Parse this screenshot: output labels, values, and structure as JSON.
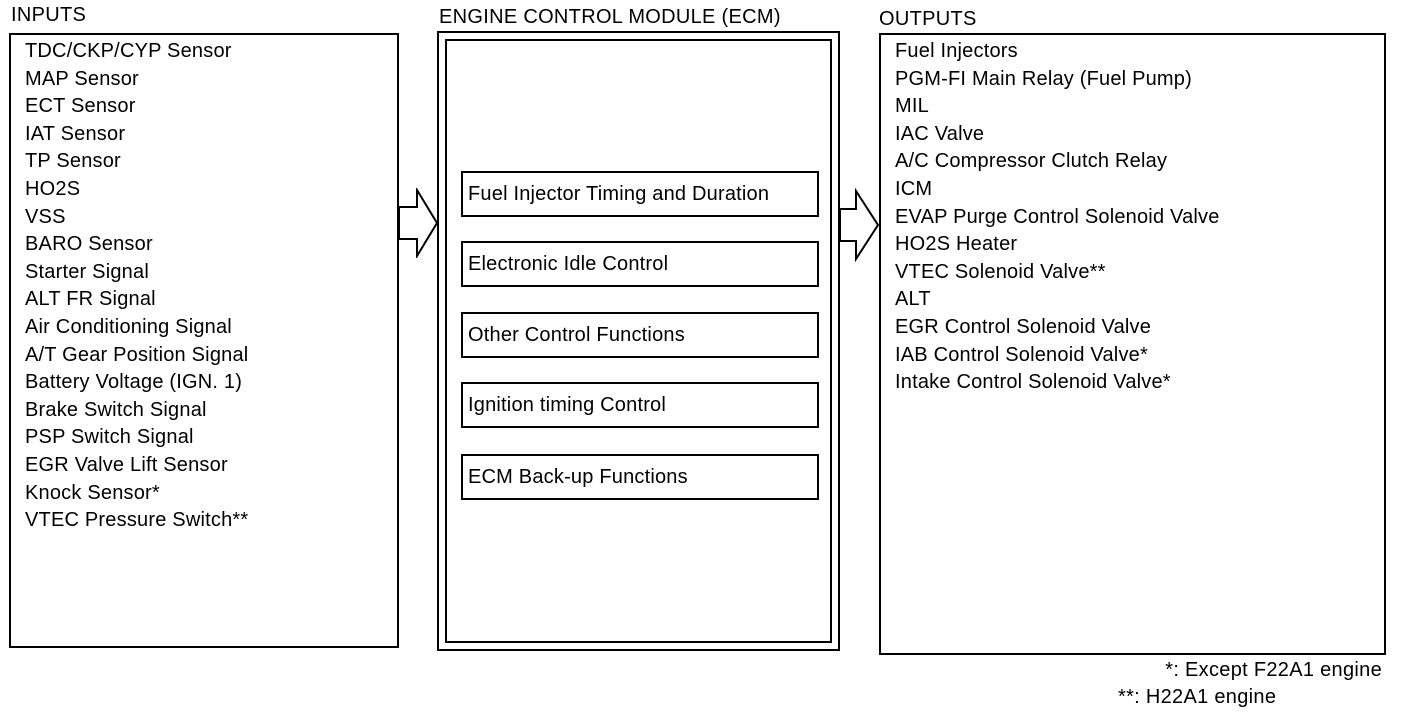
{
  "inputs": {
    "heading": "INPUTS",
    "items": [
      "TDC/CKP/CYP Sensor",
      "MAP Sensor",
      "ECT Sensor",
      "IAT Sensor",
      "TP Sensor",
      "HO2S",
      "VSS",
      "BARO Sensor",
      "Starter Signal",
      "ALT FR Signal",
      "Air Conditioning Signal",
      "A/T Gear Position Signal",
      "Battery Voltage (IGN. 1)",
      "Brake Switch Signal",
      "PSP Switch Signal",
      "EGR Valve Lift Sensor",
      "Knock Sensor*",
      "VTEC Pressure Switch**"
    ]
  },
  "ecm": {
    "heading": "ENGINE CONTROL MODULE (ECM)",
    "functions": [
      "Fuel Injector Timing and Duration",
      "Electronic Idle Control",
      "Other Control Functions",
      "Ignition timing Control",
      "ECM Back-up Functions"
    ]
  },
  "outputs": {
    "heading": "OUTPUTS",
    "items": [
      "Fuel Injectors",
      "PGM-FI Main Relay (Fuel Pump)",
      "MIL",
      "IAC Valve",
      "A/C Compressor Clutch Relay",
      "ICM",
      "EVAP Purge Control Solenoid Valve",
      "HO2S Heater",
      "VTEC Solenoid Valve**",
      "ALT",
      "EGR Control Solenoid Valve",
      "IAB Control Solenoid Valve*",
      "Intake Control Solenoid Valve*"
    ]
  },
  "footnotes": {
    "single_star": "*: Except F22A1 engine",
    "double_star": "**: H22A1 engine"
  }
}
